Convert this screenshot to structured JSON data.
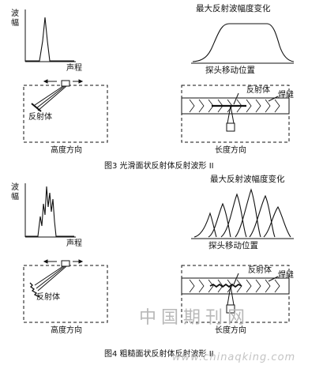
{
  "figure3": {
    "amp_axis_label": "波幅",
    "path_axis_label": "声程",
    "max_echo_title": "最大反射波幅度变化",
    "probe_position_label": "探头移动位置",
    "reflector_left": "反射体",
    "height_direction": "高度方向",
    "reflector_right": "反射体",
    "weld": "焊缝",
    "length_direction": "长度方向",
    "caption": "图3   光滑面状反射体反射波形 II"
  },
  "figure4": {
    "amp_axis_label": "波幅",
    "path_axis_label": "声程",
    "max_echo_title": "最大反射波幅度变化",
    "probe_position_label": "探头移动位置",
    "reflector_left": "反射体",
    "height_direction": "高度方向",
    "reflector_right": "反射体",
    "weld": "焊缝",
    "length_direction": "长度方向",
    "caption": "图4   粗糙面状反射体反射波形 II"
  },
  "watermark": {
    "text": "中国期刊网",
    "url": "www.chinaqking.com"
  }
}
